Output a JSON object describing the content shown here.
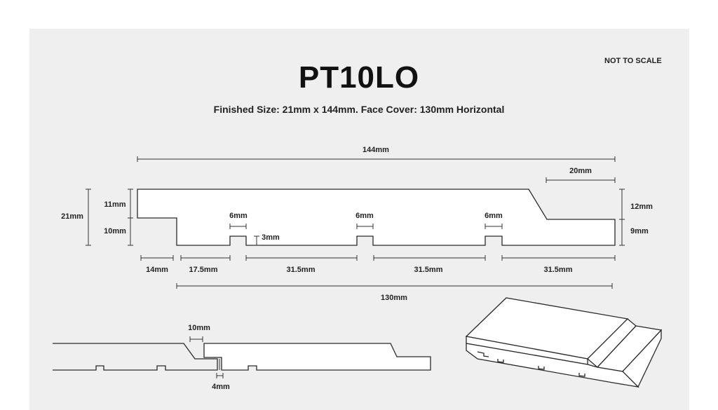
{
  "title": "PT10LO",
  "subtitle": "Finished Size: 21mm x 144mm. Face Cover: 130mm Horizontal",
  "scale_note": "NOT TO SCALE",
  "dimensions": {
    "overall_width": "144mm",
    "bevel_width": "20mm",
    "total_thickness": "21mm",
    "left_upper": "11mm",
    "left_lower": "10mm",
    "right_upper": "12mm",
    "right_lower": "9mm",
    "groove_1": "6mm",
    "groove_2": "6mm",
    "groove_3": "6mm",
    "groove_depth": "3mm",
    "seg_1": "14mm",
    "seg_2": "17.5mm",
    "seg_3": "31.5mm",
    "seg_4": "31.5mm",
    "seg_5": "31.5mm",
    "face_cover": "130mm",
    "joint_gap": "10mm",
    "joint_depth": "4mm"
  }
}
